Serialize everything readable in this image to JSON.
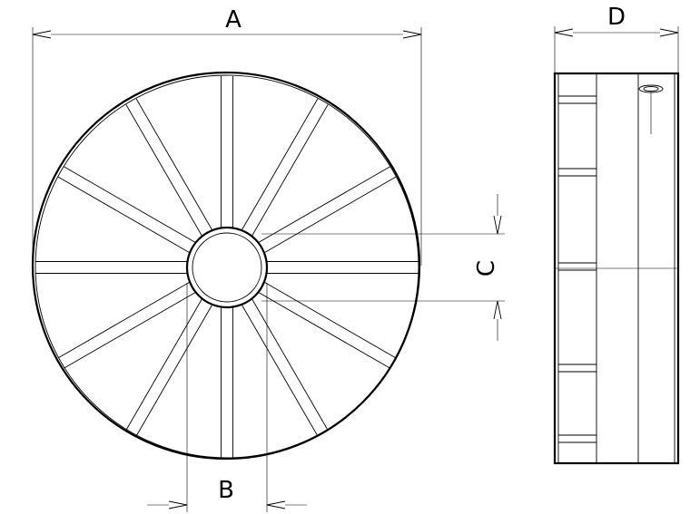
{
  "dimensions": {
    "a": {
      "label": "A"
    },
    "b": {
      "label": "B"
    },
    "c": {
      "label": "C"
    },
    "d": {
      "label": "D"
    }
  },
  "front_view": {
    "spoke_count": 12
  }
}
